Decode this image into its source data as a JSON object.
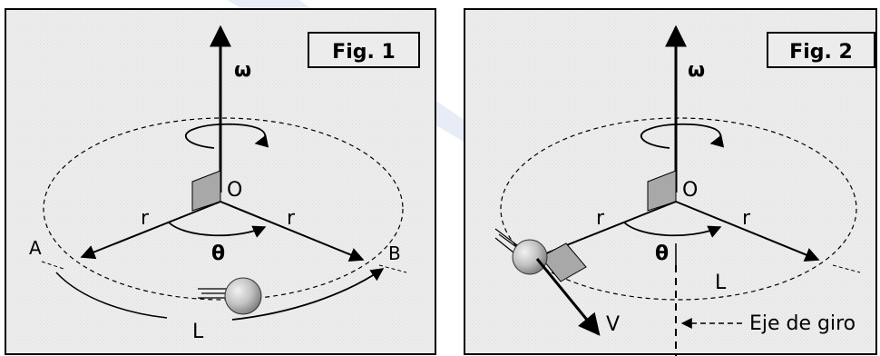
{
  "figures": [
    {
      "title": "Fig. 1",
      "omega": "ω",
      "origin": "O",
      "r_left": "r",
      "r_right": "r",
      "theta": "θ",
      "point_a": "A",
      "point_b": "B",
      "arc_length": "L"
    },
    {
      "title": "Fig. 2",
      "omega": "ω",
      "origin": "O",
      "r_left": "r",
      "r_right": "r",
      "theta": "θ",
      "arc_length": "L",
      "velocity": "V",
      "axis_label": "Eje de giro"
    }
  ],
  "colors": {
    "panel_bg": "#e9e9e9",
    "line": "#000000",
    "plate": "#a8a8a8",
    "ball_light": "#f2f2f2",
    "ball_dark": "#7d7d7d",
    "watermark": "#d8e0f0"
  }
}
